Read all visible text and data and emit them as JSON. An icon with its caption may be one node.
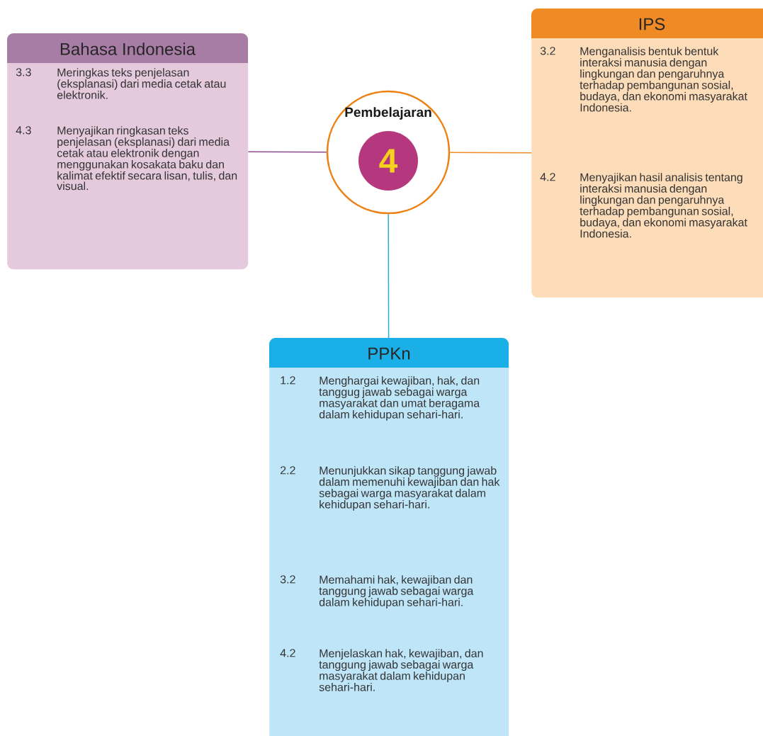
{
  "diagram": {
    "nodes": [
      {
        "text": [
          "Bahasa Indonesia",
          "3.3",
          "Meringkas teks penjelasan (eksplanasi) dari media cetak atau elektronik.",
          "4.3",
          "Menyajikan ringkasan teks penjelasan (eksplanasi) dari media cetak atau elektronik dengan menggunakan kosakata baku dan kalimat efektif secara lisan, tulis, dan visual."
        ]
      },
      {
        "text": [
          "Pembelajaran",
          "4"
        ]
      },
      {
        "text": [
          "IPS",
          "3.2",
          "Menganalisis bentuk bentuk interaksi manusia dengan lingkungan dan pengaruhnya terhadap pembangunan sosial, budaya, dan ekonomi masyarakat Indonesia.",
          "4.2",
          "Menyajikan hasil analisis tentang interaksi manusia dengan lingkungan dan pengaruhnya terhadap pembangunan sosial, budaya, dan ekonomi masyarakat Indonesia."
        ]
      },
      {
        "text": [
          "PPKn",
          "1.2",
          "Menghargai kewajiban, hak, dan tanggug jawab sebagai warga masyarakat dan umat beragama dalam kehidupan sehari-hari.",
          "2.2",
          "Menunjukkan sikap tanggung jawab dalam memenuhi kewajiban dan hak sebagai warga masyarakat dalam kehidupan sehari-hari.",
          "3.2",
          "Memahami hak, kewajiban dan tanggung jawab sebagai warga dalam kehidupan sehari-hari.",
          "4.2",
          "Menjelaskan hak, kewajiban, dan tanggung jawab sebagai warga masyarakat dalam kehidupan sehari-hari."
        ]
      }
    ],
    "edges": [
      {
        "from": 0,
        "to": 1,
        "arrow": "none",
        "color": "#8e4a8e"
      },
      {
        "from": 1,
        "to": 2,
        "arrow": "none",
        "color": "#f08a24"
      },
      {
        "from": 1,
        "to": 3,
        "arrow": "none",
        "color": "#29abe2"
      }
    ]
  }
}
